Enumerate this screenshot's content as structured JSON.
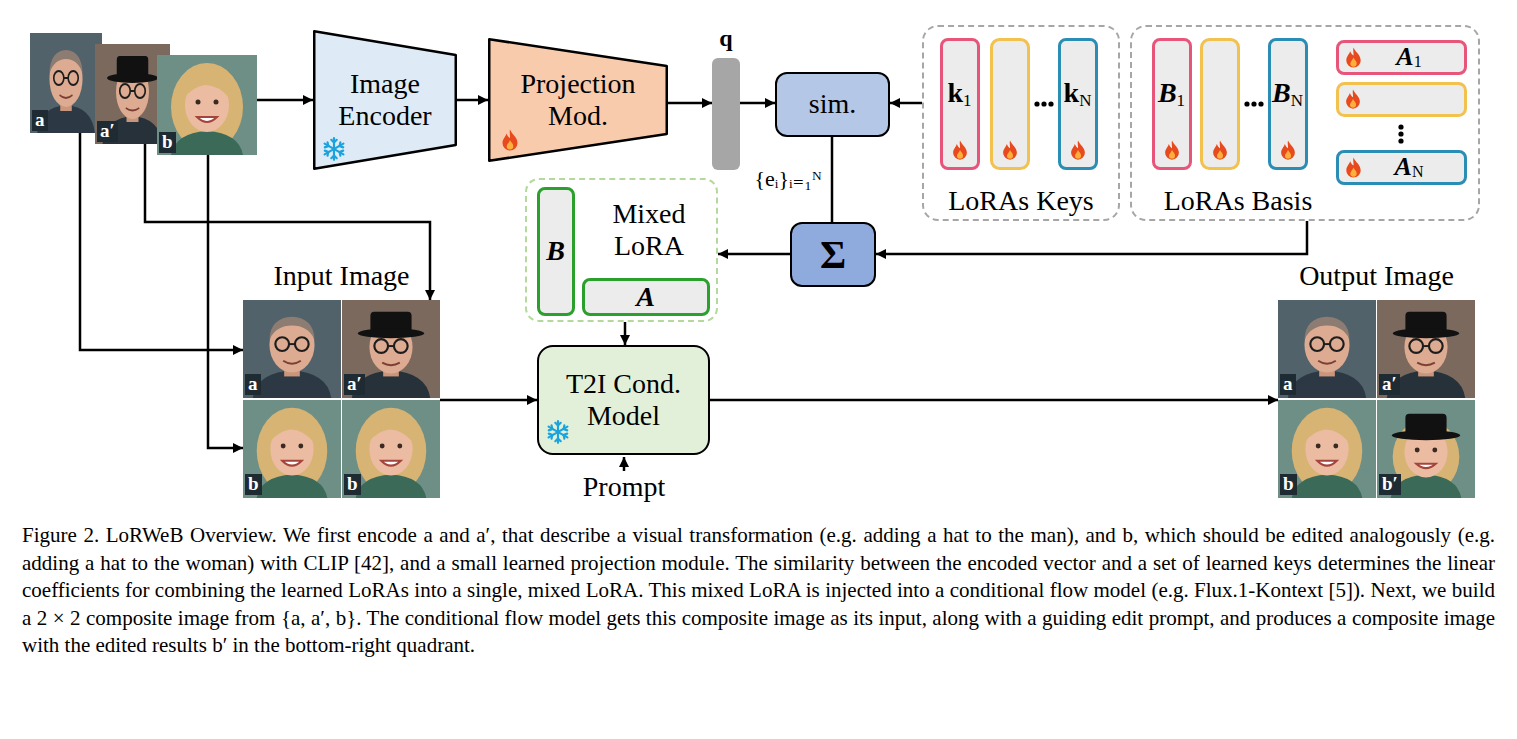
{
  "diagram": {
    "caption": "Figure 2. LoRWeB Overview. We first encode a and a′, that describe a visual transformation (e.g. adding a hat to the man), and b, which should be edited analogously (e.g. adding a hat to the woman) with CLIP [42], and a small learned projection module. The similarity between the encoded vector and a set of learned keys determines the linear coefficients for combining the learned LoRAs into a single, mixed LoRA. This mixed LoRA is injected into a conditional flow model (e.g. Flux.1-Kontext [5]). Next, we build a 2 × 2 composite image from {a, a′, b}. The conditional flow model gets this composite image as its input, along with a guiding edit prompt, and produces a composite image with the edited results b′ in the bottom-right quadrant.",
    "nodes": [
      {
        "text": [
          "a"
        ]
      },
      {
        "text": [
          "a′"
        ]
      },
      {
        "text": [
          "b"
        ]
      },
      {
        "text": [
          "Image Encoder"
        ]
      },
      {
        "text": [
          "Projection Mod."
        ]
      },
      {
        "text": [
          "q"
        ]
      },
      {
        "text": [
          "sim."
        ]
      },
      {
        "text": [
          "LoRAs Keys"
        ]
      },
      {
        "text": [
          "k",
          "1"
        ],
        "in": 7
      },
      {
        "text": [
          "k",
          "N"
        ],
        "in": 7
      },
      {
        "text": [
          "LoRAs Basis"
        ]
      },
      {
        "text": [
          "B",
          "1"
        ],
        "in": 10
      },
      {
        "text": [
          "B",
          "N"
        ],
        "in": 10
      },
      {
        "text": [
          "A",
          "1"
        ],
        "in": 10
      },
      {
        "text": [
          "A",
          "N"
        ],
        "in": 10
      },
      {
        "text": [
          "Mixed LoRA"
        ]
      },
      {
        "text": [
          "B"
        ],
        "in": 15
      },
      {
        "text": [
          "A"
        ],
        "in": 15
      },
      {
        "text": [
          "Σ"
        ]
      },
      {
        "text": [
          "Input Image"
        ]
      },
      {
        "text": [
          "T2I Cond. Model"
        ]
      },
      {
        "text": [
          "Output Image"
        ]
      }
    ],
    "edges": [
      {
        "from": 2,
        "to": 3,
        "arrow": "to"
      },
      {
        "from": 3,
        "to": 4,
        "arrow": "to"
      },
      {
        "from": 4,
        "to": 5,
        "arrow": "to"
      },
      {
        "from": 5,
        "to": 6,
        "arrow": "to"
      },
      {
        "from": 7,
        "to": 6,
        "arrow": "to"
      },
      {
        "from": 6,
        "to": 18,
        "arrow": "none",
        "label": "{eᵢ}ᵢ₌₁ᴺ"
      },
      {
        "from": 10,
        "to": 18,
        "arrow": "to"
      },
      {
        "from": 18,
        "to": 15,
        "arrow": "to"
      },
      {
        "from": 15,
        "to": 20,
        "arrow": "to"
      },
      {
        "from": 0,
        "to": 19,
        "arrow": "to"
      },
      {
        "from": 1,
        "to": 19,
        "arrow": "to"
      },
      {
        "from": 2,
        "to": 19,
        "arrow": "to"
      },
      {
        "from": 19,
        "to": 20,
        "arrow": "to"
      },
      {
        "from": 20,
        "to": 21,
        "arrow": "to"
      }
    ],
    "labels": [
      "a",
      "a′",
      "b",
      "b",
      "a",
      "a′",
      "b",
      "b′",
      "Prompt"
    ]
  }
}
